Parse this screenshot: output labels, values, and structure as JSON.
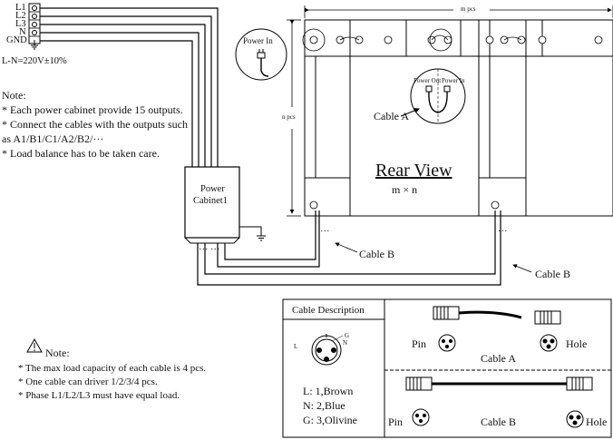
{
  "terminals": {
    "labels": [
      "L1",
      "L2",
      "L3",
      "N",
      "GND"
    ],
    "voltage": "L-N=220V±10%"
  },
  "notes_top": {
    "title": "Note:",
    "lines": [
      "* Each power cabinet provide 15 outputs.",
      "* Connect the cables with the outputs such",
      "as A1/B1/C1/A2/B2/···",
      "* Load balance has to be taken care."
    ]
  },
  "power_cabinet": {
    "line1": "Power",
    "line2": "Cabinet1"
  },
  "power_in": "Power In",
  "dimensions": {
    "width": "m pcs",
    "height": "n pcs"
  },
  "rear_view": {
    "title": "Rear View",
    "subtitle": "m × n"
  },
  "detail": {
    "power_out": "Power Out",
    "power_in": "Power In"
  },
  "cables": {
    "a_label": "Cable A",
    "b_label": "Cable B"
  },
  "dots": "···",
  "cable_description": {
    "title": "Cable Description",
    "connector_labels": {
      "g": "G",
      "n": "N",
      "l": "L"
    },
    "wires": [
      "L:  1,Brown",
      "N:  2,Blue",
      "G:  3,Olivine"
    ],
    "cable_a": {
      "pin": "Pin",
      "name": "Cable A",
      "hole": "Hole"
    },
    "cable_b": {
      "pin": "Pin",
      "name": "Cable B",
      "hole": "Hole"
    }
  },
  "notes_bottom": {
    "title": "Note:",
    "lines": [
      "* The max load capacity of each  cable is 4 pcs.",
      "* One cable can driver 1/2/3/4 pcs.",
      "* Phase L1/L2/L3 must have equal load."
    ]
  }
}
